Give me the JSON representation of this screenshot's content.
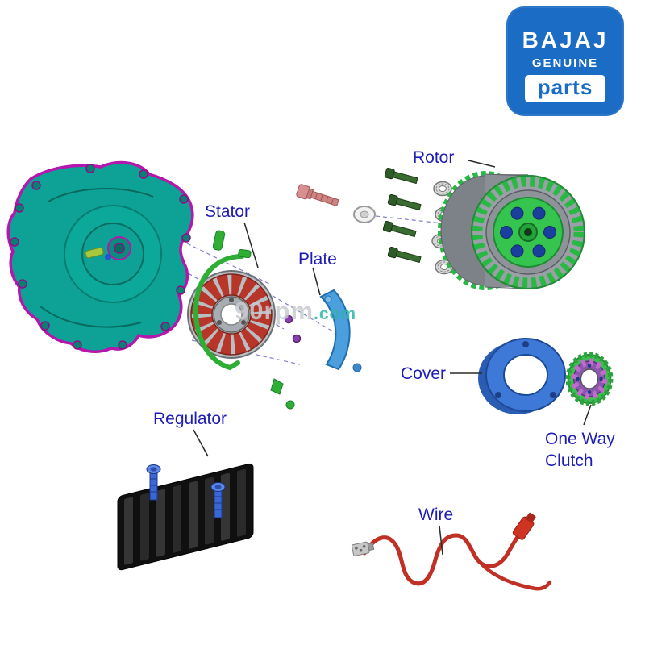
{
  "logo": {
    "brand": "BAJAJ",
    "genuine": "GENUINE",
    "parts": "parts",
    "bg_color": "#1b6cc4",
    "text_color": "#ffffff"
  },
  "watermark": {
    "main": "90rpm",
    "suffix": ".com"
  },
  "labels": {
    "rotor": "Rotor",
    "stator": "Stator",
    "plate": "Plate",
    "cover": "Cover",
    "one_way_clutch": "One Way Clutch",
    "regulator": "Regulator",
    "wire": "Wire"
  },
  "label_color": "#1d1cb5",
  "part_colors": {
    "crankcase_cover": "#0da295",
    "gasket_outline": "#b517ad",
    "stator_coils": "#b8352a",
    "wire_guide": "#2fae35",
    "plate": "#4a9fdc",
    "bolts": "#2e5b28",
    "rotor_body": "#8f959b",
    "rotor_ring": "#2ecc40",
    "cover_ring": "#3f79d8",
    "one_way_clutch": "#8a56b0",
    "regulator": "#161616",
    "wire": "#c03024"
  }
}
